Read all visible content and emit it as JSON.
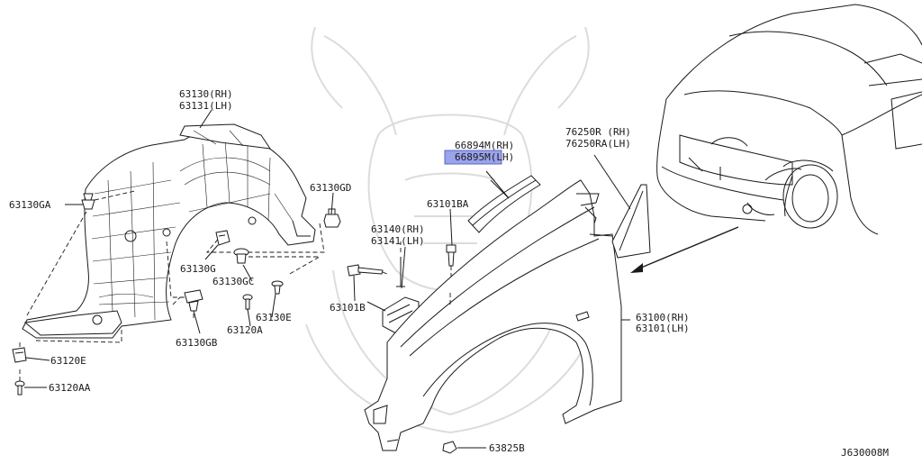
{
  "diagram_code": "J630008M",
  "labels": {
    "innerfender_rh": "63130(RH)",
    "innerfender_lh": "63131(LH)",
    "clip_ga": "63130GA",
    "clip_gd": "63130GD",
    "clip_g": "63130G",
    "clip_gc": "63130GC",
    "clip_e": "63130E",
    "clip_gb": "63130GB",
    "screw_120a": "63120A",
    "bracket_120e": "63120E",
    "bolt_120aa": "63120AA",
    "molding_rh": "66894M(RH)",
    "molding_lh": "66895M(LH)",
    "bolt_101ba": "63101BA",
    "bracket_rh": "63140(RH)",
    "bracket_lh": "63141(LH)",
    "bolt_101b": "63101B",
    "fender_rh": "63100(RH)",
    "fender_lh": "63101(LH)",
    "clip_825b": "63825B",
    "cover_rh": "76250R (RH)",
    "cover_lh": "76250RA(LH)"
  },
  "highlighted_part": "66895M",
  "icons": {
    "watermark": "samurai-helmet-watermark",
    "vehicle": "vehicle-front-view"
  },
  "colors": {
    "line": "#1a1a1a",
    "highlight": "#9aa4ea",
    "watermark": "#dcdcdc"
  }
}
